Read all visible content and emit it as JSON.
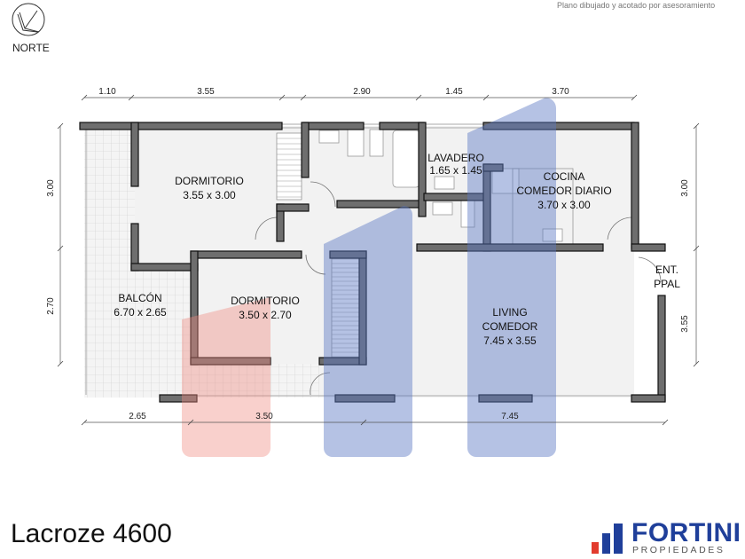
{
  "header": {
    "credit_text": "Plano dibujado y acotado por asesoramiento",
    "north_label": "NORTE",
    "north_icon": "compass-north-icon"
  },
  "plan": {
    "rooms": [
      {
        "name": "DORMITORIO",
        "size": "3.55 x 3.00"
      },
      {
        "name": "LAVADERO",
        "size": "1.65 x 1.45"
      },
      {
        "name": "COCINA",
        "name2": "COMEDOR DIARIO",
        "size": "3.70 x 3.00"
      },
      {
        "name": "ENT.",
        "name2": "PPAL"
      },
      {
        "name": "BALCÓN",
        "size": "6.70 x 2.65"
      },
      {
        "name": "DORMITORIO",
        "size": "3.50 x 2.70"
      },
      {
        "name": "LIVING",
        "name2": "COMEDOR",
        "size": "7.45 x 3.55"
      }
    ],
    "dims_top": [
      "1.10",
      "3.55",
      "2.90",
      "1.45",
      "3.70"
    ],
    "dims_bottom": [
      "2.65",
      "3.50",
      "7.45"
    ],
    "dims_left": [
      "3.00",
      "2.70"
    ],
    "dims_right": [
      "3.00",
      "3.55"
    ],
    "wall_color": "#6e6e6e",
    "overlay_red": "#f08a80",
    "overlay_blue": "#5b77c4"
  },
  "footer": {
    "address": "Lacroze 4600",
    "brand_name": "FORTINI",
    "brand_sub": "PROPIEDADES",
    "brand_color": "#1f3f9a",
    "brand_accent": "#e23b2e"
  }
}
